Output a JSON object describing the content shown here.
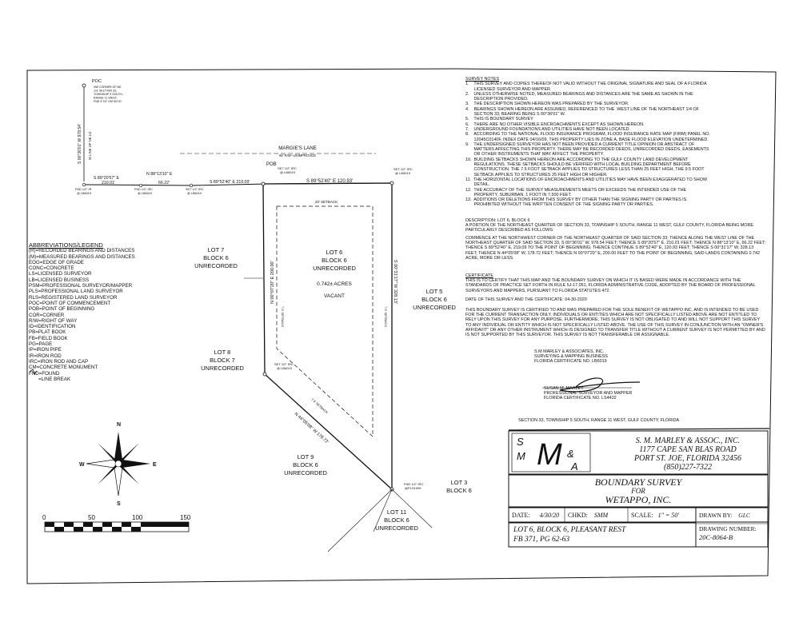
{
  "notes_title": "SURVEY NOTES",
  "notes": [
    "1.    THIS SURVEY AND COPIES THEREOF NOT VALID WITHOUT THE ORIGINAL SIGNATURE AND SEAL OF A FLORIDA\n       LICENSED SURVEYOR AND MAPPER.",
    "2.    UNLESS OTHERWISE NOTED, MEASURED BEARINGS AND DISTANCES ARE THE SAME AS SHOWN IN THE\n       DESCRIPTION PROVIDED.",
    "3.    THE DESCRIPTION SHOWN HEREON WAS PREPARED BY THE SURVEYOR.",
    "4.    BEARINGS SHOWN HEREON ARE ASSUMED, REFERENCED TO THE  WEST LINE OF THE NORTHEAST 1/4 OF\n       SECTION 33, BEARING BEING S 00°36'01\" W.",
    "5.    THIS IS BOUNDARY SURVEY",
    "6.    THERE ARE NO OTHER VISIBLE ENCROACHMENTS EXCEPT AS SHOWN HEREON.",
    "7.    UNDERGROUND FOUNDATIONS AND UTILITIES HAVE NOT BEEN LOCATED.",
    "8.    ACCORDING TO THE NATIONAL FLOOD INSURANCE PROGRAM, FLOOD INSURANCE RATE MAP (FIRM) PANEL NO.\n       12045C0140F, INDEX DATE 04/16/09, THIS PROPERTY LIES IN ZONE A, BASE FLOOD ELEVATION UNDETERMINED.",
    "9.    THE UNDERSIGNED SURVEYOR HAS NOT BEEN PROVIDED A CURRENT TITLE OPINION OR ABSTRACT OF\n       MATTERS AFFECTING THIS PROPERTY. THERE MAY BE RECORDED DEEDS, UNRECORDED DEEDS, EASEMENTS\n       OR OTHER INSTRUMENTS THAT MAY AFFECT THE PROPERTY.",
    "10.  BUILDING SETBACKS SHOWN HEREON ARE ACCORDING TO THE GULF COUNTY LAND DEVELOPMENT\n       REGULATIONS. THESE SETBACKS SHOULD BE VERIFIED WITH LOCAL BUILDING DEPARTMENT BEFORE\n       CONSTRUCTION. THE 7.5 FOOT SETBACK APPLIES TO STRUCTURES LESS THAN 25 FEET HIGH, THE 9.5 FOOT\n       SETBACK APPLIES TO STRUCTURES 25 FEET HIGH OR HIGHER.",
    "11.  THE HORIZONTAL LOCATIONS OF ENCROACHMENTS AND UTILITIES MAY HAVE BEEN EXAGGERATED TO SHOW\n       DETAIL.",
    "12.  THE ACCURACY OF THE SURVEY MEASUREMENTS MEETS OR EXCEEDS THE INTENDED USE OF THE\n       PROPERTY, SUBURBAN, 1 FOOT IN 7,500 FEET.",
    "13.  ADDITIONS OR DELETIONS FROM THIS SURVEY BY OTHER THAN THE SIGNING PARTY OR PARTIES IS\n       PROHIBITED WITHOUT THE WRITTEN CONSENT OF THE SIGNING PARTY OR PARTIES."
  ],
  "description": {
    "heading": "DESCRIPTION: LOT 6, BLOCK 6",
    "intro": "A PORTION OF THE NORTHEAST QUARTER OF SECTION 33, TOWNSHIP 5 SOUTH, RANGE 11 WEST, GULF COUNTY, FLORIDA BEING MORE PARTICULARLY DESCRIBED AS FOLLOWS:",
    "body": "COMMENCE AT THE NORTHWEST CORNER OF THE NORTHEAST QUARTER OF SAID SECTION 33; THENCE ALONG THE WEST LINE OF THE NORTHEAST QUARTER OF SAID SECTION 33, S 00°36'01\" W, 978.54 FEET; THENCE S 89°20'57\" E, 210.01 FEET; THENCE N 88°13'10\" E, 66.22 FEET; THENCE S 89°52'40\" E, 219.09 TO THE POINT OF BEGINNING; THENCE CONTINUE S 89°52'40\" E, 120.93 FEET; THENCE S 00°31'17\" W, 328.13 FEET; THENCE N 44°05'08\" W, 178.72 FEET; THENCE N 00°07'20\" E, 200.00 FEET TO THE POINT OF BEGINNING, SAID LANDS CONTAINING 0.742 ACRE, MORE OR LESS."
  },
  "certificate": {
    "heading": "CERTIFICATE",
    "text": "THIS IS TO CERTIFY THAT THIS MAP AND THE BOUNDARY SURVEY ON WHICH IT IS BASED WERE MADE IN ACCORDANCE WITH THE STANDARDS OF PRACTICE SET FORTH IN RULE 5J-17.051, FLORIDA ADMINISTRATIVE CODE, ADOPTED BY THE BOARD OF PROFESSIONAL SURVEYORS AND MAPPERS, PURSUANT TO FLORIDA STATUTES 472.",
    "date_line": "DATE OF THIS SURVEY AND THE CERTIFICATE: 04-30-2020",
    "benefit": "THIS BOUNDARY SURVEY IS CERTIFIED TO AND WAS PREPARED FOR THE SOLE BENEFIT OF WETAPPO INC. AND IS INTENDED TO BE USED FOR THE CURRENT TRANSACTION ONLY. INDIVIDUALS OR ENTITIES WHICH ARE NOT SPECIFICALLY LISTED ABOVE ARE NOT ENTITLED TO RELY UPON THIS SURVEY FOR ANY PURPOSE. FURTHERMORE, THIS SURVEY IS NOT OBLIGATED TO AND WILL NOT SUPPORT THIS SURVEY TO ANY INDIVIDUAL OR ENTITY WHICH IS NOT SPECIFICALLY LISTED ABOVE. THE USE OF THIS SURVEY IN CONJUNCTION WITH AN \"OWNER'S AFFIDAVIT\" OR ANY OTHER INSTRUMENT WHICH IS DESIGNED TO TRANSFER TITLE WITHOUT A CURRENT SURVEY IS NOT PERMITTED BY AND IS NOT SUPPORTED BY THIS SURVEYOR. THIS  SURVEY IS NOT TRANSFERABLE OR ASSIGNABLE."
  },
  "firm_block": [
    "S.M MARLEY & ASSOCIATES, INC.",
    "SURVEYING & MAPPING BUSINESS",
    "FLORIDA CERTIFICATE NO. LB6019"
  ],
  "signature_block": [
    "SUSAN M. MARLEY",
    "PROFESSIONAL SURVEYOR AND MAPPER",
    "FLORIDA CERTIFICATE NO. LS4432"
  ],
  "section_line": "SECTION 33, TOWNSHIP 5 SOUTH, RANGE 11 WEST, GULF COUNTY, FLORIDA",
  "legend": {
    "title": "ABBREVIATIONS/LEGEND",
    "items": [
      "(R)=RECORDED BEARINGS AND DISTANCES",
      "(M)=MEASURED BEARINGS AND DISTANCES",
      "EOG=EDGE OF GRADE",
      "CONC=CONCRETE",
      "LS=LICENSED SURVEYOR",
      "LB=LICENSED BUSINESS",
      "PSM=PROFESSIONAL SURVEYOR/MAPPER",
      "PLS=PROFESSIONAL LAND SURVEYOR",
      "RLS=REGISTERED LAND SURVEYOR",
      "POC=POINT OF COMMENCEMENT",
      "POB=POINT OF BEGINNING",
      "COR=CORNER",
      "R/W=RIGHT OF WAY",
      "ID=IDENTIFICATION",
      "PB=PLAT BOOK",
      "FB=FIELD BOOK",
      "PG=PAGE",
      "IP=IRON PIPE",
      "IR=IRON ROD",
      "IRC=IRON ROD AND CAP",
      "CM=CONCRETE MONUMENT",
      "FND=FOUND"
    ],
    "line_break": "=LINE BREAK"
  },
  "plan": {
    "poc": "POC",
    "poc_note": [
      "NW CORNER OF NE",
      "1/4, SECTION 33,",
      "TOWNSHIP 5 SOUTH,",
      "RANGE 11 WEST,",
      "FND 4\"X4\" CM NO ID"
    ],
    "west_line": "S 00°36'01\" W  978.54'",
    "west_line_note": "W LINE OF NE 1/4",
    "road_name": "MARGIE'S LANE",
    "road_rw": "66' R/W--UNIMPROVED",
    "b1": "S 89°20'57\" E",
    "d1": "210.01'",
    "b2": "N 88°13'10\" E",
    "d2": "66.22'",
    "b3": "S 89°52'40\" E  219.09'",
    "b4": "S 89°52'40\" E  120.93'",
    "ir1": "FND 1/2\" IR",
    "ir1b": "@ LB6019",
    "ir2": "FND 1/2\" IRC",
    "ir2b": "@ LB6019",
    "ir3": "SET 1/2\" IRC",
    "ir3b": "@ LB6019",
    "pob": "POB",
    "pob_irc": "SET 1/2\" IRC",
    "pob_irc2": "@ LB6019",
    "ne_irc": "SET 1/2\" IRC",
    "ne_irc2": "@ LB6019",
    "sw_irc": "SET 1/2\" IRC",
    "sw_irc2": "@ LB6019",
    "s_irc": "FND 1/2\" IRC",
    "s_irc2": "@PLS1999",
    "west_bearing": "N 00°07'20\" E  200.00'",
    "east_bearing": "S 00°31'17\" W  328.13'",
    "diag_bearing": "N 44°05'08\" W  178.72'",
    "setback_top": "20' SETBACK",
    "setback_w": "7.5' SETBACK",
    "setback_e": "7.5' SETBACK",
    "setback_diag1": "7.5' SETBACK",
    "setback_diag2": "7.5' SETBACK",
    "lot6": [
      "LOT 6",
      "BLOCK 6",
      "UNRECORDED"
    ],
    "acres": "0.742± ACRES",
    "vacant": "VACANT",
    "lot7": [
      "LOT 7",
      "BLOCK 6",
      "UNRECORDED"
    ],
    "lot5": [
      "LOT 5",
      "BLOCK 6",
      "UNRECORDED"
    ],
    "lot8": [
      "LOT 8",
      "BLOCK 7",
      "UNRECORDED"
    ],
    "lot9": [
      "LOT 9",
      "BLOCK 6",
      "UNRECORDED"
    ],
    "lot3": [
      "LOT 3",
      "BLOCK 6"
    ],
    "lot11": [
      "LOT 11",
      "BLOCK 6",
      "UNRECORDED"
    ]
  },
  "scale_bar": {
    "ticks": [
      "0",
      "50",
      "100",
      "150"
    ]
  },
  "north_arrow": {
    "n": "N",
    "s": "S",
    "e": "E",
    "w": "W"
  },
  "title_block": {
    "firm_lines": [
      "S. M. MARLEY & ASSOC., INC.",
      "1177 CAPE SAN BLAS ROAD",
      "PORT ST. JOE, FLORIDA 32456",
      "(850)227-7322"
    ],
    "title": "BOUNDARY SURVEY",
    "for": "FOR",
    "client": "WETAPPO, INC.",
    "date_label": "DATE:",
    "date_value": "4/30/20",
    "chkd_label": "CHKD:",
    "chkd_value": "SMM",
    "scale_label": "SCALE:",
    "scale_value": "1\" = 50'",
    "drawn_label": "DRAWN BY:",
    "drawn_value": "GLC",
    "lot_line1": "LOT 6,  BLOCK 6,  PLEASANT REST",
    "lot_line2": "FB 371,  PG 62-63",
    "drawing_no_label": "DRAWING NUMBER:",
    "drawing_no_value": "20C-8064-B"
  }
}
